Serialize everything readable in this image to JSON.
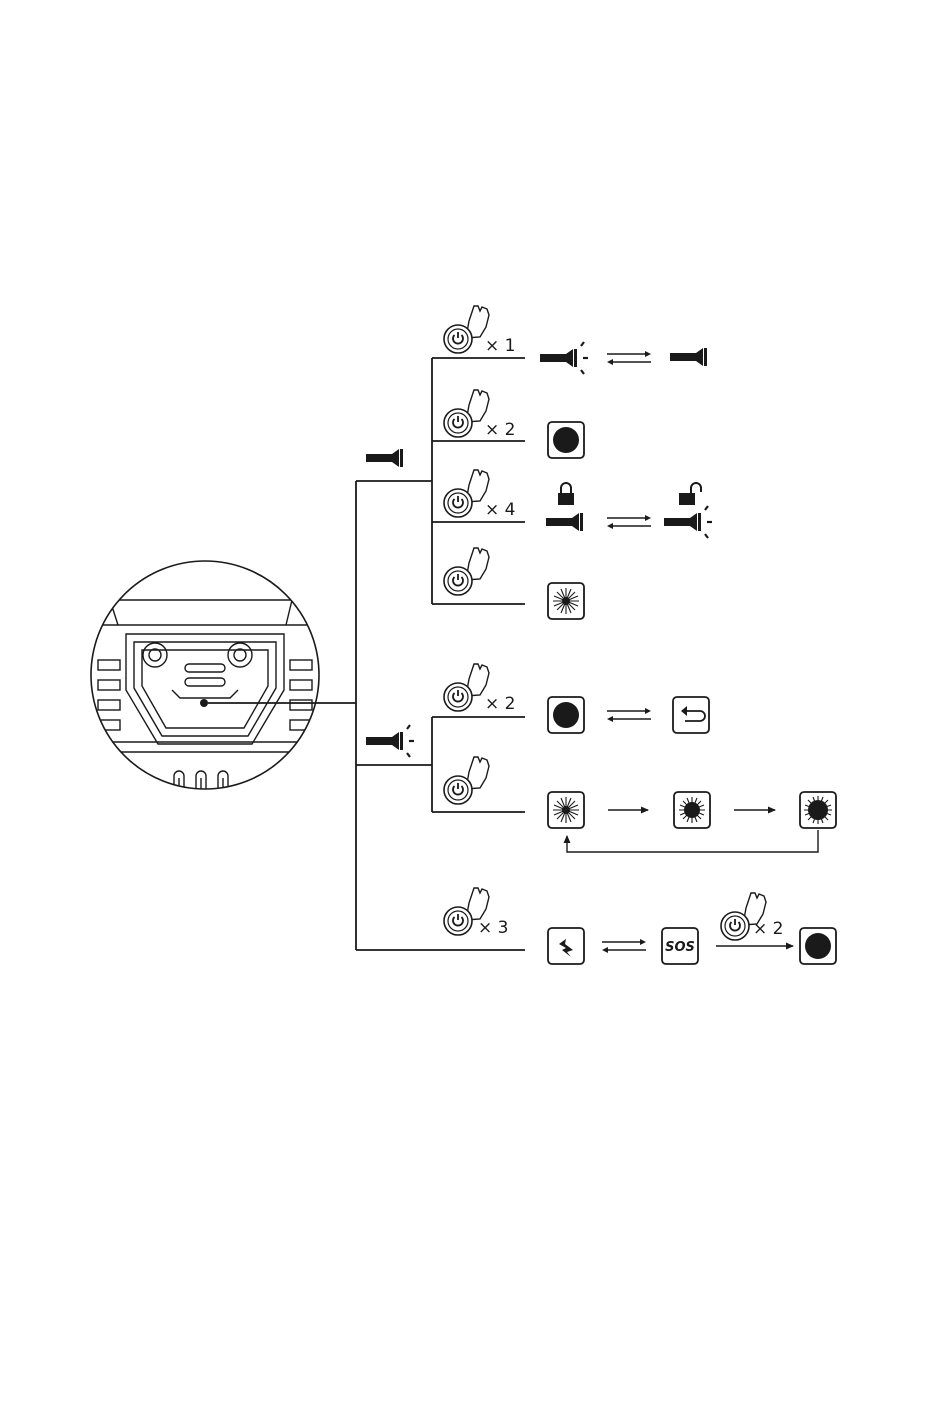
{
  "diagram": {
    "press_counts": {
      "once": "× 1",
      "twice": "× 2",
      "four_times": "× 4",
      "twice_flash": "× 2",
      "three_times": "× 3",
      "twice_sos": "× 2"
    },
    "sos_label": "SOS",
    "icons": {
      "press": "finger-press-power-icon",
      "light_on": "flashlight-beam-icon",
      "light_off": "flashlight-icon",
      "dim": "dim-mode-icon",
      "lock": "padlock-closed-icon",
      "unlock": "padlock-open-icon",
      "bright": "bright-mode-icon",
      "back": "return-icon",
      "strobe": "strobe-icon",
      "sos": "sos-icon"
    },
    "colors": {
      "ink": "#1a1a1a",
      "background": "#ffffff"
    }
  }
}
